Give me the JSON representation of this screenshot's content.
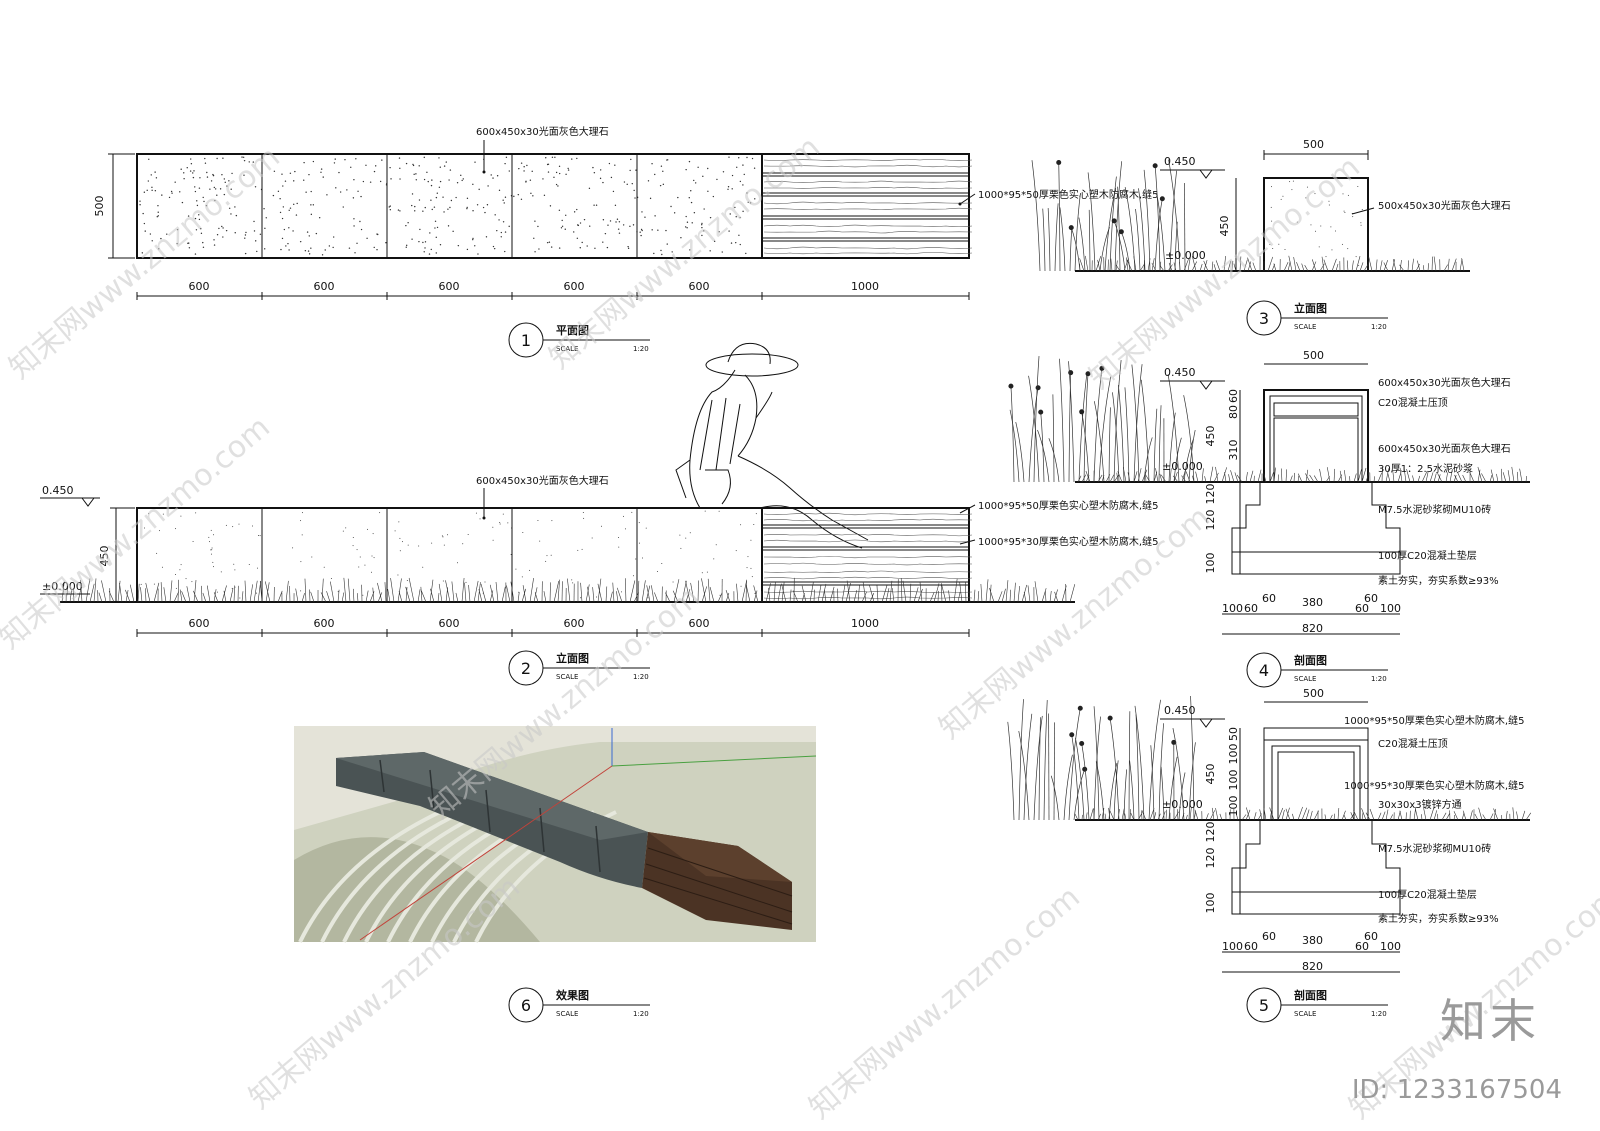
{
  "plan": {
    "material_label": "600x450x30光面灰色大理石",
    "wood_label": "1000*95*50厚栗色实心塑木防腐木,缝5",
    "depth_dim": "500",
    "widths": [
      "600",
      "600",
      "600",
      "600",
      "600",
      "1000"
    ],
    "title": "平面图",
    "number": "1",
    "scale_label": "SCALE",
    "scale": "1:20"
  },
  "elev": {
    "material_label": "600x450x30光面灰色大理石",
    "wood_label_top": "1000*95*50厚栗色实心塑木防腐木,缝5",
    "wood_label_bottom": "1000*95*30厚栗色实心塑木防腐木,缝5",
    "top_level": "0.450",
    "ground_level": "±0.000",
    "height_dim": "450",
    "widths": [
      "600",
      "600",
      "600",
      "600",
      "600",
      "1000"
    ],
    "title": "立面图",
    "number": "2",
    "scale_label": "SCALE",
    "scale": "1:20"
  },
  "side": {
    "width_dim": "500",
    "top_level": "0.450",
    "ground_level": "±0.000",
    "height_dim": "450",
    "label": "500x450x30光面灰色大理石",
    "title": "立面图",
    "number": "3",
    "scale_label": "SCALE",
    "scale": "1:20"
  },
  "sec4": {
    "width_dim": "500",
    "top_level": "0.450",
    "ground_level": "±0.000",
    "v_dims": [
      "60",
      "80",
      "310",
      "450",
      "120",
      "120",
      "100"
    ],
    "labels": [
      "600x450x30光面灰色大理石",
      "C20混凝土压顶",
      "600x450x30光面灰色大理石",
      "30厚1：2.5水泥砂浆",
      "M7.5水泥砂浆砌MU10砖",
      "100厚C20混凝土垫层",
      "素土夯实，夯实系数≥93%"
    ],
    "h_dims": [
      "100",
      "60",
      "60",
      "380",
      "60",
      "60",
      "100"
    ],
    "total": "820",
    "title": "剖面图",
    "number": "4",
    "scale_label": "SCALE",
    "scale": "1:20"
  },
  "sec5": {
    "width_dim": "500",
    "top_level": "0.450",
    "ground_level": "±0.000",
    "v_dims": [
      "50",
      "100",
      "100",
      "100",
      "450",
      "120",
      "120",
      "100"
    ],
    "labels": [
      "1000*95*50厚栗色实心塑木防腐木,缝5",
      "C20混凝土压顶",
      "1000*95*30厚栗色实心塑木防腐木,缝5",
      "30x30x3镀锌方通",
      "M7.5水泥砂浆砌MU10砖",
      "100厚C20混凝土垫层",
      "素土夯实，夯实系数≥93%"
    ],
    "h_dims": [
      "100",
      "60",
      "60",
      "380",
      "60",
      "60",
      "100"
    ],
    "total": "820",
    "title": "剖面图",
    "number": "5",
    "scale_label": "SCALE",
    "scale": "1:20"
  },
  "render": {
    "title": "效果图",
    "number": "6",
    "scale_label": "SCALE",
    "scale": "1:20"
  },
  "watermark": {
    "text": "知末网www.znzmo.com",
    "brand": "知末",
    "id": "ID: 1233167504"
  },
  "colors": {
    "stone": "#4a5354",
    "wood": "#4b3324",
    "ground": "#b9bda7"
  }
}
